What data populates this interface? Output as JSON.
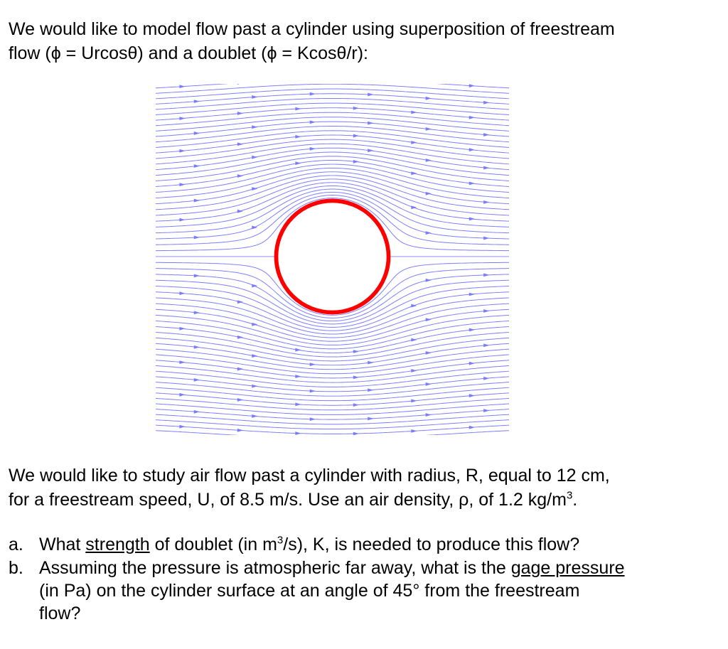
{
  "intro": {
    "line1": "We would like to model flow past a cylinder using superposition of freestream",
    "line2": "flow (ϕ = Urcosθ) and a doublet (ϕ = Kcosθ/r):"
  },
  "figure": {
    "streamline_color": "#7b7bff",
    "cylinder_color": "#ff0000"
  },
  "study": {
    "line1": "We would like to study air flow past a cylinder with radius, R, equal to 12 cm,",
    "line2_pre": "for a freestream speed, U, of 8.5 m/s.  Use an air density, ρ, of 1.2 kg/m",
    "line2_sup": "3",
    "line2_post": "."
  },
  "questions": {
    "a": {
      "label": "a.",
      "pre": "What ",
      "underlined": "strength",
      "mid": " of doublet (in m",
      "sup": "3",
      "post": "/s), K, is needed to produce this flow?"
    },
    "b": {
      "label": "b.",
      "pre": "Assuming the pressure is atmospheric far away, what is the ",
      "underlined": "gage pressure",
      "line2": "(in Pa) on the cylinder surface at an angle of 45° from the freestream",
      "line3": "flow?"
    }
  }
}
